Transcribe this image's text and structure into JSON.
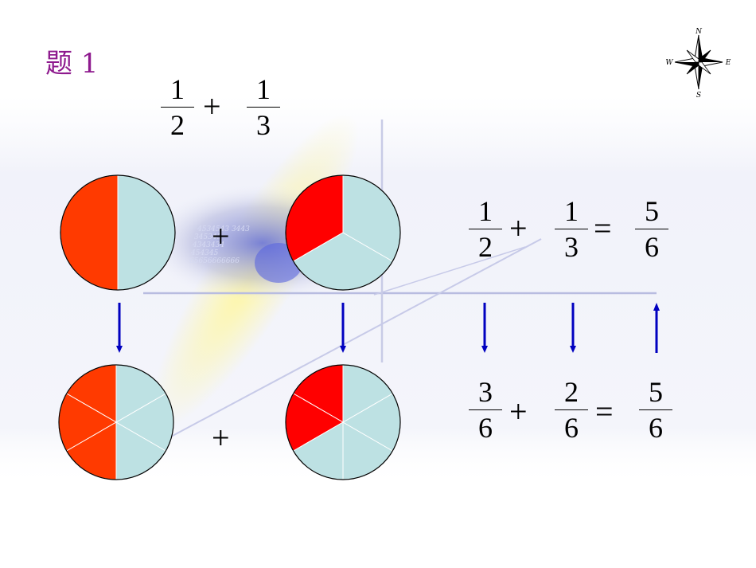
{
  "title": "题 1",
  "compass": {
    "n": "N",
    "s": "S",
    "e": "E",
    "w": "W",
    "icon": "compass-rose-icon"
  },
  "top_expression": {
    "f1": {
      "num": "1",
      "den": "2"
    },
    "op": "+",
    "f2": {
      "num": "1",
      "den": "3"
    }
  },
  "mid_equation": {
    "f1": {
      "num": "1",
      "den": "2"
    },
    "op1": "+",
    "f2": {
      "num": "1",
      "den": "3"
    },
    "eq": "=",
    "f3": {
      "num": "5",
      "den": "6"
    }
  },
  "bottom_equation": {
    "f1": {
      "num": "3",
      "den": "6"
    },
    "op1": "+",
    "f2": {
      "num": "2",
      "den": "6"
    },
    "eq": "=",
    "f3": {
      "num": "5",
      "den": "6"
    }
  },
  "plus_sign": "+",
  "background_digits": [
    "4534543 3443",
    "345345",
    "4343434",
    "454345",
    "65656666666"
  ],
  "colors": {
    "half_red": "#ff3a00",
    "third_red": "#ff0000",
    "light_blue": "#bde1e3",
    "arrow": "#0000c0",
    "title": "#8e1a8e"
  },
  "pies": {
    "top_left": {
      "slices": 2,
      "filled": 1
    },
    "top_right": {
      "slices": 3,
      "filled": 1
    },
    "bottom_left": {
      "slices": 6,
      "filled": 3
    },
    "bottom_right": {
      "slices": 6,
      "filled": 2
    }
  },
  "arrows": [
    "down",
    "down",
    "down",
    "down",
    "up"
  ]
}
